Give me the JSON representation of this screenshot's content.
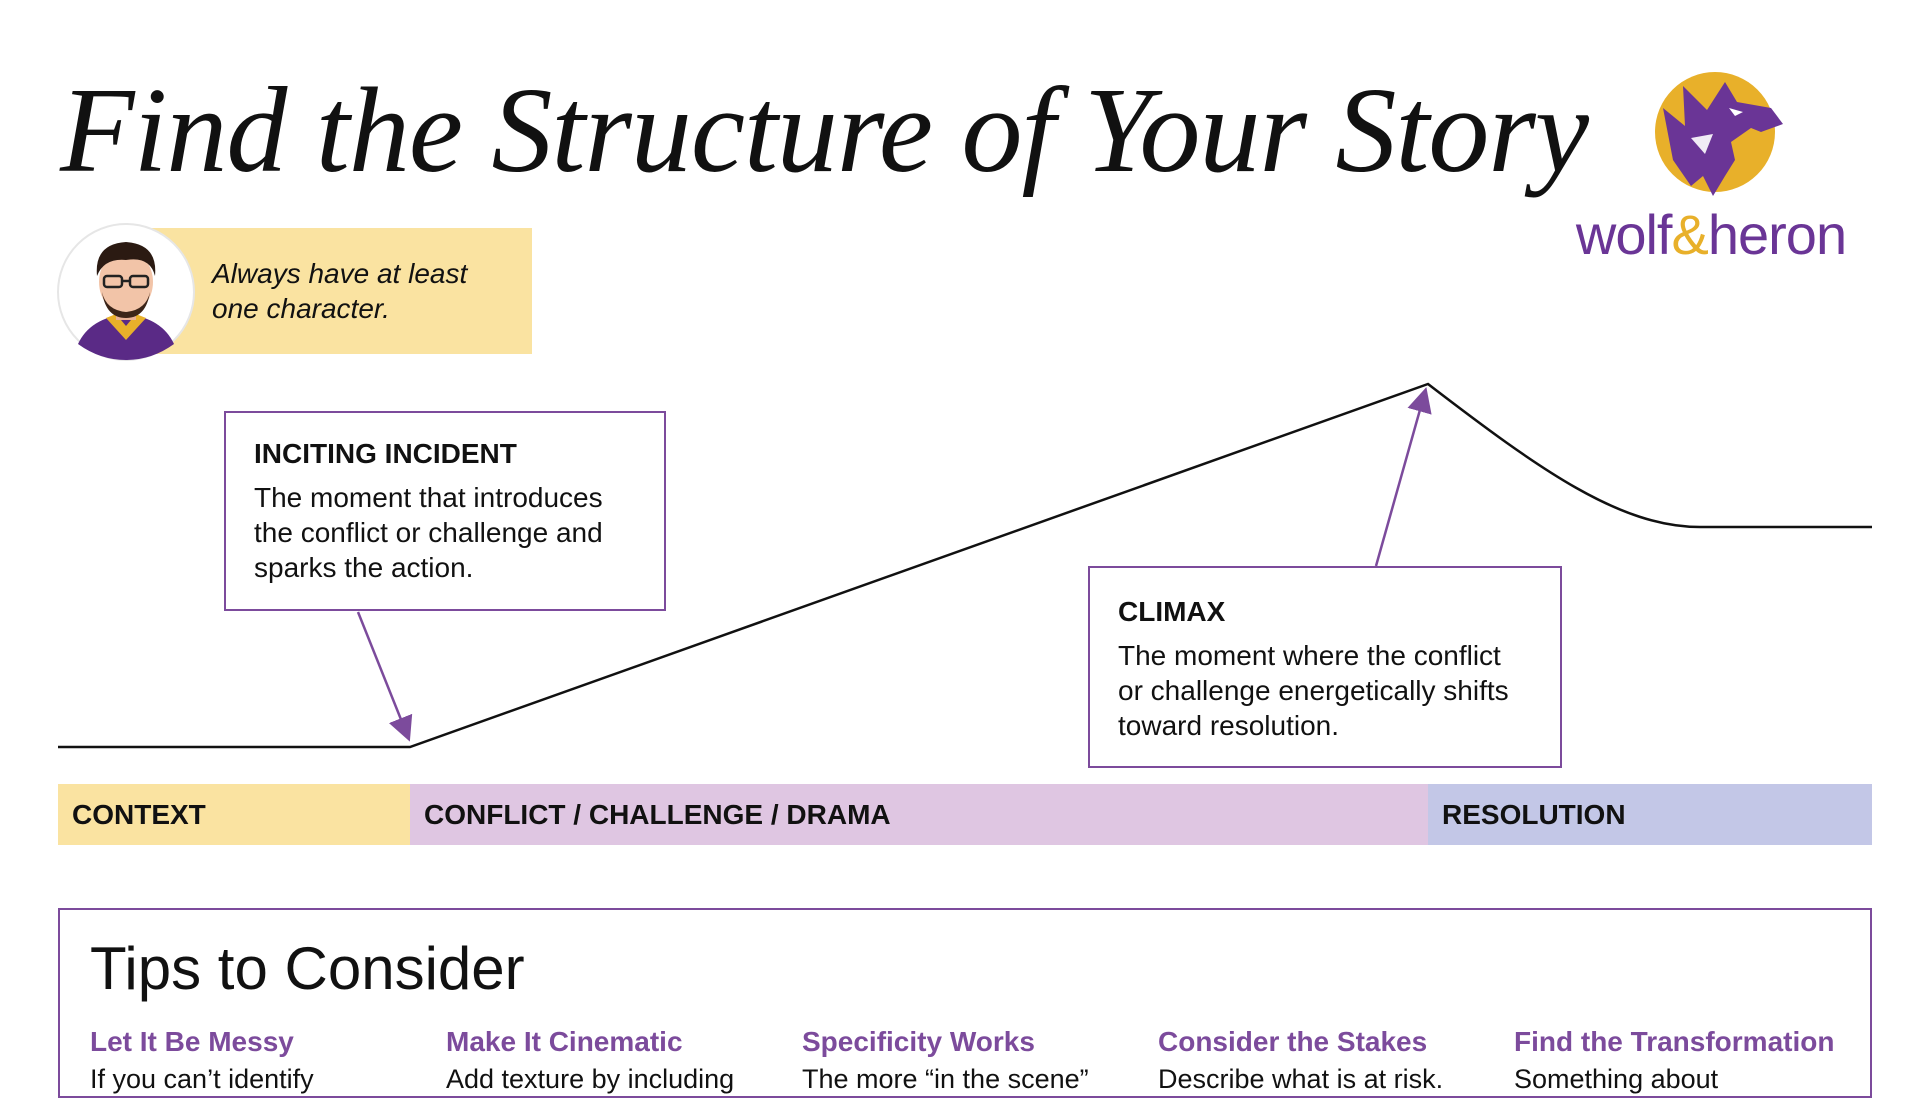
{
  "title": "Find the Structure of Your Story",
  "logo": {
    "word1": "wolf",
    "amp": "&",
    "word2": "heron"
  },
  "character_tip": {
    "text": "Always have at least one character."
  },
  "callouts": {
    "inciting": {
      "title": "INCITING INCIDENT",
      "body": "The moment that introduces the conflict or challenge and sparks the action."
    },
    "climax": {
      "title": "CLIMAX",
      "body": "The moment where the conflict or challenge energetically shifts toward resolution."
    }
  },
  "phases": {
    "context": "CONTEXT",
    "conflict": "CONFLICT / CHALLENGE / DRAMA",
    "resolution": "RESOLUTION"
  },
  "tips": {
    "heading": "Tips to Consider",
    "items": [
      {
        "title": "Let It Be Messy",
        "body": "If you can’t identify"
      },
      {
        "title": "Make It Cinematic",
        "body": "Add texture by including"
      },
      {
        "title": "Specificity Works",
        "body": "The more “in the scene”"
      },
      {
        "title": "Consider the Stakes",
        "body": "Describe what is at risk."
      },
      {
        "title": "Find the Transformation",
        "body": "Something about"
      }
    ]
  },
  "colors": {
    "purple": "#6a3596",
    "gold": "#e8b02a",
    "context_band": "#fae3a1",
    "conflict_band": "#dfc6e2",
    "resolution_band": "#c3c7e7",
    "callout_border": "#7c4b9c"
  },
  "icons": [
    "wolf-logo-icon",
    "character-avatar-icon",
    "arrow-icon"
  ]
}
